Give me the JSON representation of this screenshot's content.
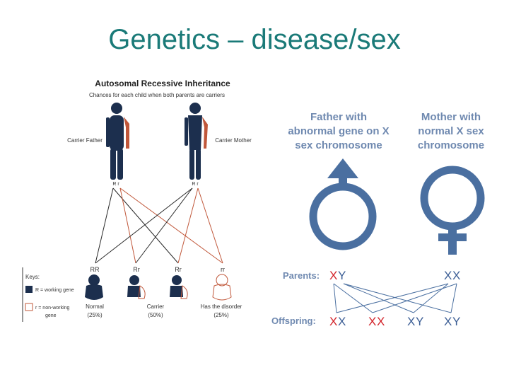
{
  "slide": {
    "title": "Genetics – disease/sex"
  },
  "left_diagram": {
    "title": "Autosomal Recessive Inheritance",
    "subtitle": "Chances for each child when both parents are carriers",
    "father_label": "Carrier Father",
    "mother_label": "Carrier Mother",
    "father_genes": "R r",
    "mother_genes": "R r",
    "keys_title": "Keys:",
    "key_working": "R = working gene",
    "key_nonworking_1": "r = non-working",
    "key_nonworking_2": "gene",
    "children": [
      {
        "genotype": "RR",
        "label": "Normal",
        "percent": "(25%)"
      },
      {
        "genotype": "Rr",
        "label": "",
        "percent": ""
      },
      {
        "genotype": "Rr",
        "label": "Carrier",
        "percent": "(50%)"
      },
      {
        "genotype": "rr",
        "label": "Has the disorder",
        "percent": "(25%)"
      }
    ],
    "colors": {
      "dark_line": "#2a2a2a",
      "red_line": "#c0573a",
      "body": "#1c2f4e"
    }
  },
  "right_diagram": {
    "father_caption": [
      "Father with",
      "abnormal gene on X",
      "sex chromosome"
    ],
    "mother_caption": [
      "Mother with",
      "normal X sex",
      "chromosome"
    ],
    "parents_label": "Parents:",
    "offspring_label": "Offspring:",
    "father_chromosomes": [
      "X",
      "Y"
    ],
    "mother_chromosomes": [
      "X",
      "X"
    ],
    "offspring": [
      {
        "first": "X",
        "second": "X"
      },
      {
        "first": "X",
        "second": "X"
      },
      {
        "first": "X",
        "second": "Y"
      },
      {
        "first": "X",
        "second": "Y"
      }
    ],
    "colors": {
      "symbol": "#4a6fa0",
      "text": "#6f89b0",
      "red": "#d2232a",
      "blue": "#3d5f96"
    }
  }
}
